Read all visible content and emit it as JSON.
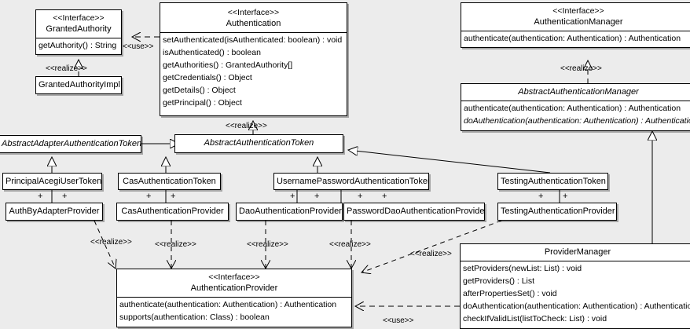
{
  "diagram": {
    "type": "uml-class-diagram",
    "background_color": "#ececec",
    "box_fill": "#ffffff",
    "line_color": "#000000"
  },
  "classes": {
    "granted_authority": {
      "stereotype": "<<Interface>>",
      "name": "GrantedAuthority",
      "operations": [
        "getAuthority() : String"
      ]
    },
    "granted_authority_impl": {
      "name": "GrantedAuthorityImpl",
      "operations": []
    },
    "authentication": {
      "stereotype": "<<Interface>>",
      "name": "Authentication",
      "operations": [
        "setAuthenticated(isAuthenticated: boolean) : void",
        "isAuthenticated() : boolean",
        "getAuthorities() : GrantedAuthority[]",
        "getCredentials() : Object",
        "getDetails() : Object",
        "getPrincipal() : Object"
      ]
    },
    "authentication_manager": {
      "stereotype": "<<Interface>>",
      "name": "AuthenticationManager",
      "operations": [
        "authenticate(authentication: Authentication) : Authentication"
      ]
    },
    "abstract_authentication_manager": {
      "name": "AbstractAuthenticationManager",
      "operations": [
        "authenticate(authentication: Authentication) : Authentication",
        "doAuthentication(authentication: Authentication) : Authentication"
      ]
    },
    "abstract_adapter_authentication_token": {
      "name": "AbstractAdapterAuthenticationToken",
      "operations": []
    },
    "abstract_authentication_token": {
      "name": "AbstractAuthenticationToken",
      "operations": []
    },
    "principal_acegi_user_token": {
      "name": "PrincipalAcegiUserToken"
    },
    "cas_authentication_token": {
      "name": "CasAuthenticationToken"
    },
    "username_password_authentication_token": {
      "name": "UsernamePasswordAuthenticationToken"
    },
    "testing_authentication_token": {
      "name": "TestingAuthenticationToken"
    },
    "auth_by_adapter_provider": {
      "name": "AuthByAdapterProvider"
    },
    "cas_authentication_provider": {
      "name": "CasAuthenticationProvider"
    },
    "dao_authentication_provider": {
      "name": "DaoAuthenticationProvider"
    },
    "password_dao_authentication_provider": {
      "name": "PasswordDaoAuthenticationProvider"
    },
    "testing_authentication_provider": {
      "name": "TestingAuthenticationProvider"
    },
    "authentication_provider": {
      "stereotype": "<<Interface>>",
      "name": "AuthenticationProvider",
      "operations": [
        "authenticate(authentication: Authentication) : Authentication",
        "supports(authentication: Class) : boolean"
      ]
    },
    "provider_manager": {
      "name": "ProviderManager",
      "operations": [
        "setProviders(newList: List) : void",
        "getProviders() : List",
        "afterPropertiesSet() : void",
        "doAuthentication(authentication: Authentication) : Authentication",
        "checkIfValidList(listToCheck: List) : void"
      ]
    }
  },
  "edge_labels": {
    "use_authentication_granted": "<<use>>",
    "realize_granted_impl": "<<realize>>",
    "realize_abstract_auth_token": "<<realize>>",
    "realize_abstract_auth_manager": "<<realize>>",
    "realize_auth_by_adapter": "<<realize>>",
    "realize_cas_provider": "<<realize>>",
    "realize_dao_provider": "<<realize>>",
    "realize_password_dao_provider": "<<realize>>",
    "realize_testing_provider": "<<realize>>",
    "use_provider_manager": "<<use>>"
  },
  "association_markers": {
    "plus": "+"
  }
}
